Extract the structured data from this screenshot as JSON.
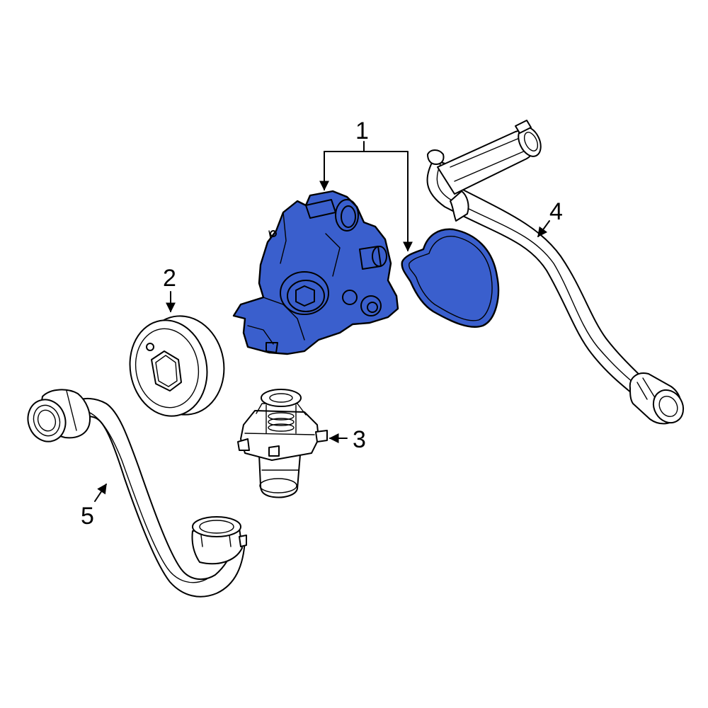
{
  "diagram": {
    "highlight_color": "#3a5fcd",
    "line_color": "#000000",
    "background_color": "#ffffff",
    "callouts": [
      {
        "id": "1",
        "label": "1"
      },
      {
        "id": "2",
        "label": "2"
      },
      {
        "id": "3",
        "label": "3"
      },
      {
        "id": "4",
        "label": "4"
      },
      {
        "id": "5",
        "label": "5"
      }
    ],
    "parts": [
      {
        "callout": "1",
        "icon": "water-pump-housing",
        "highlighted": true
      },
      {
        "callout": "1",
        "icon": "pump-gasket",
        "highlighted": true
      },
      {
        "callout": "2",
        "icon": "pulley",
        "highlighted": false
      },
      {
        "callout": "3",
        "icon": "thermostat",
        "highlighted": false
      },
      {
        "callout": "4",
        "icon": "upper-hose",
        "highlighted": false
      },
      {
        "callout": "5",
        "icon": "lower-hose",
        "highlighted": false
      }
    ]
  }
}
